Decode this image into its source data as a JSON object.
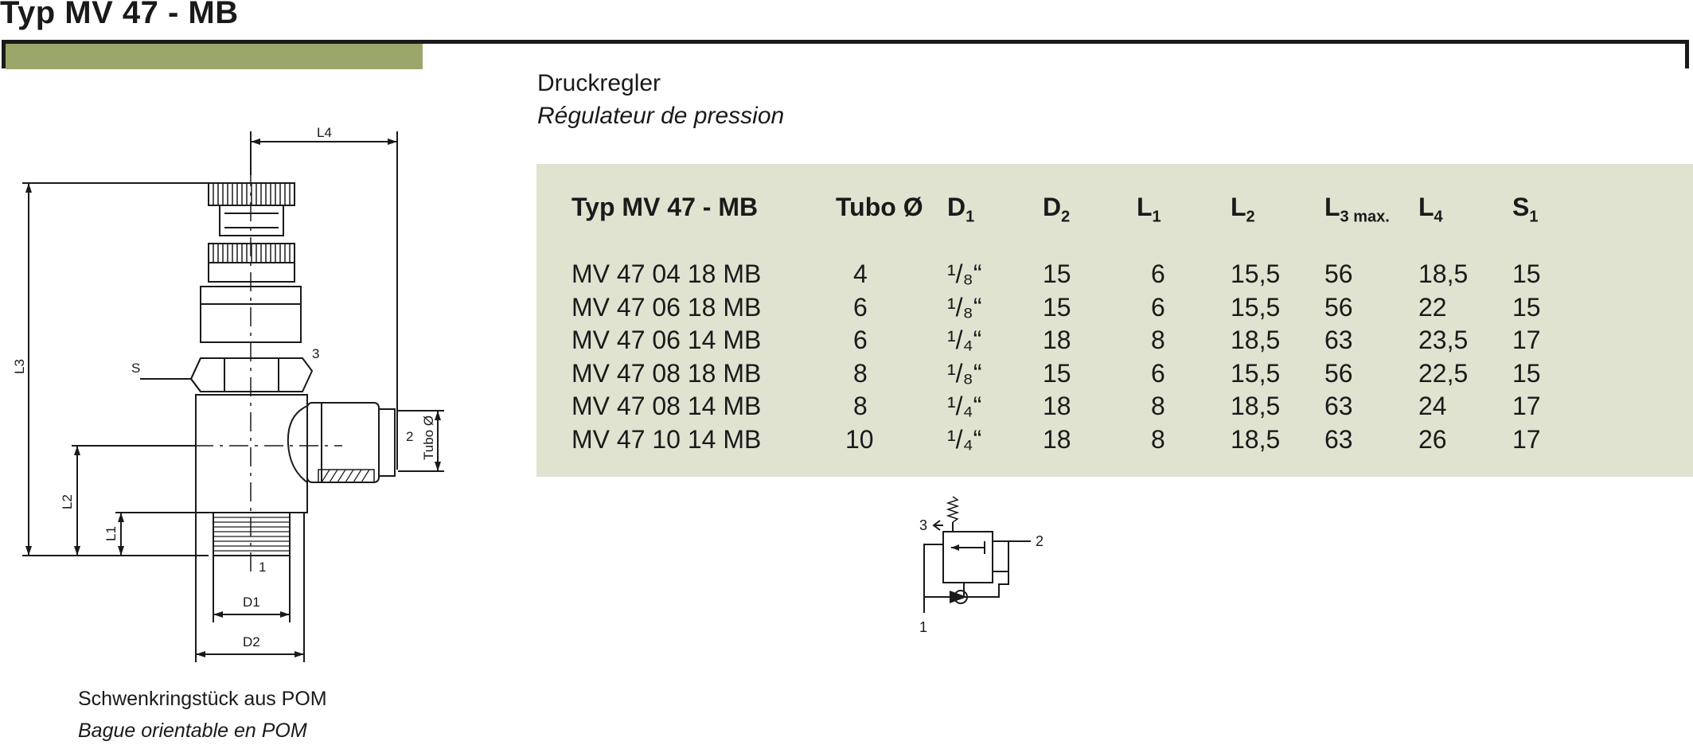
{
  "header": {
    "title": "Typ MV 47 - MB"
  },
  "description": {
    "de": "Druckregler",
    "fr": "Régulateur de pression"
  },
  "table": {
    "headers": {
      "type": "Typ MV 47 - MB",
      "tubo": "Tubo Ø",
      "d1": "D",
      "d1_sub": "1",
      "d2": "D",
      "d2_sub": "2",
      "l1": "L",
      "l1_sub": "1",
      "l2": "L",
      "l2_sub": "2",
      "l3": "L",
      "l3_sub": "3 max.",
      "l4": "L",
      "l4_sub": "4",
      "s1": "S",
      "s1_sub": "1"
    },
    "rows": [
      {
        "type": "MV 47 04 18 MB",
        "tubo": "4",
        "d1": "¹/₈“",
        "d2": "15",
        "l1": "6",
        "l2": "15,5",
        "l3": "56",
        "l4": "18,5",
        "s1": "15"
      },
      {
        "type": "MV 47 06 18 MB",
        "tubo": "6",
        "d1": "¹/₈“",
        "d2": "15",
        "l1": "6",
        "l2": "15,5",
        "l3": "56",
        "l4": "22",
        "s1": "15"
      },
      {
        "type": "MV 47 06 14 MB",
        "tubo": "6",
        "d1": "¹/₄“",
        "d2": "18",
        "l1": "8",
        "l2": "18,5",
        "l3": "63",
        "l4": "23,5",
        "s1": "17"
      },
      {
        "type": "MV 47 08 18 MB",
        "tubo": "8",
        "d1": "¹/₈“",
        "d2": "15",
        "l1": "6",
        "l2": "15,5",
        "l3": "56",
        "l4": "22,5",
        "s1": "15"
      },
      {
        "type": "MV 47 08 14 MB",
        "tubo": "8",
        "d1": "¹/₄“",
        "d2": "18",
        "l1": "8",
        "l2": "18,5",
        "l3": "63",
        "l4": "24",
        "s1": "17"
      },
      {
        "type": "MV 47 10 14 MB",
        "tubo": "10",
        "d1": "¹/₄“",
        "d2": "18",
        "l1": "8",
        "l2": "18,5",
        "l3": "63",
        "l4": "26",
        "s1": "17"
      }
    ]
  },
  "drawing": {
    "l4": "L4",
    "l3": "L3",
    "l2": "L2",
    "l1": "L1",
    "d1": "D1",
    "d2": "D2",
    "s": "S",
    "port1": "1",
    "port2": "2",
    "port3": "3",
    "tubo": "Tubo Ø"
  },
  "symbol": {
    "port1": "1",
    "port2": "2",
    "port3": "3"
  },
  "caption": {
    "de": "Schwenkringstück aus POM",
    "fr": "Bague orientable en POM"
  }
}
